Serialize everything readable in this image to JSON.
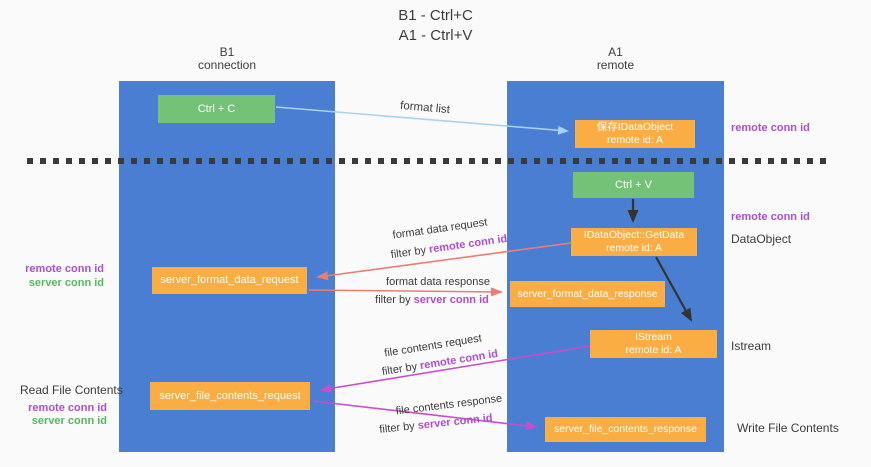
{
  "title": {
    "line1": "B1 - Ctrl+C",
    "line2": "A1 - Ctrl+V"
  },
  "columns": {
    "left": {
      "name": "B1",
      "role": "connection"
    },
    "right": {
      "name": "A1",
      "role": "remote"
    }
  },
  "boxes": {
    "ctrl_c": "Ctrl + C",
    "ctrl_v": "Ctrl + V",
    "save_dataobject": {
      "line1": "保存IDataObject",
      "line2": "remote id: A"
    },
    "getdata": {
      "line1": "IDataObject::GetData",
      "line2": "remote id: A"
    },
    "format_request": "server_format_data_request",
    "format_response": "server_format_data_response",
    "istream": {
      "line1": "IStream",
      "line2": "remote id: A"
    },
    "file_request": "server_file_contents_request",
    "file_response": "server_file_contents_response"
  },
  "flow_labels": {
    "format_list": "format list",
    "format_request": "format data request",
    "format_request_filter_prefix": "filter by",
    "format_request_filter_key": "remote conn id",
    "format_response": "format data response",
    "format_response_filter_prefix": "filter by",
    "format_response_filter_key": "server conn id",
    "file_request": "file contents request",
    "file_request_filter_prefix": "filter by",
    "file_request_filter_key": "remote conn id",
    "file_response": "file contents response",
    "file_response_filter_prefix": "filter by",
    "file_response_filter_key": "server conn id"
  },
  "side_labels": {
    "right_remote_conn_top": "remote conn id",
    "right_remote_conn_mid": "remote conn id",
    "dataobject": "DataObject",
    "istream": "Istream",
    "write_file_contents": "Write File Contents",
    "left_format_remote": "remote conn id",
    "left_format_server": "server conn id",
    "read_file_contents": "Read File Contents",
    "left_file_remote": "remote conn id",
    "left_file_server": "server conn id"
  },
  "colors": {
    "column_blue": "#4a7ed2",
    "box_green": "#74c277",
    "box_orange": "#f9ad42",
    "arrow_light_blue": "#a8d2f0",
    "arrow_black": "#333333",
    "arrow_salmon": "#ec7d75",
    "arrow_magenta": "#c94ec9",
    "text_purple": "#aa4fd0",
    "text_green": "#57b75f",
    "text_dark": "#3b3b3b",
    "background": "#fafafa"
  }
}
